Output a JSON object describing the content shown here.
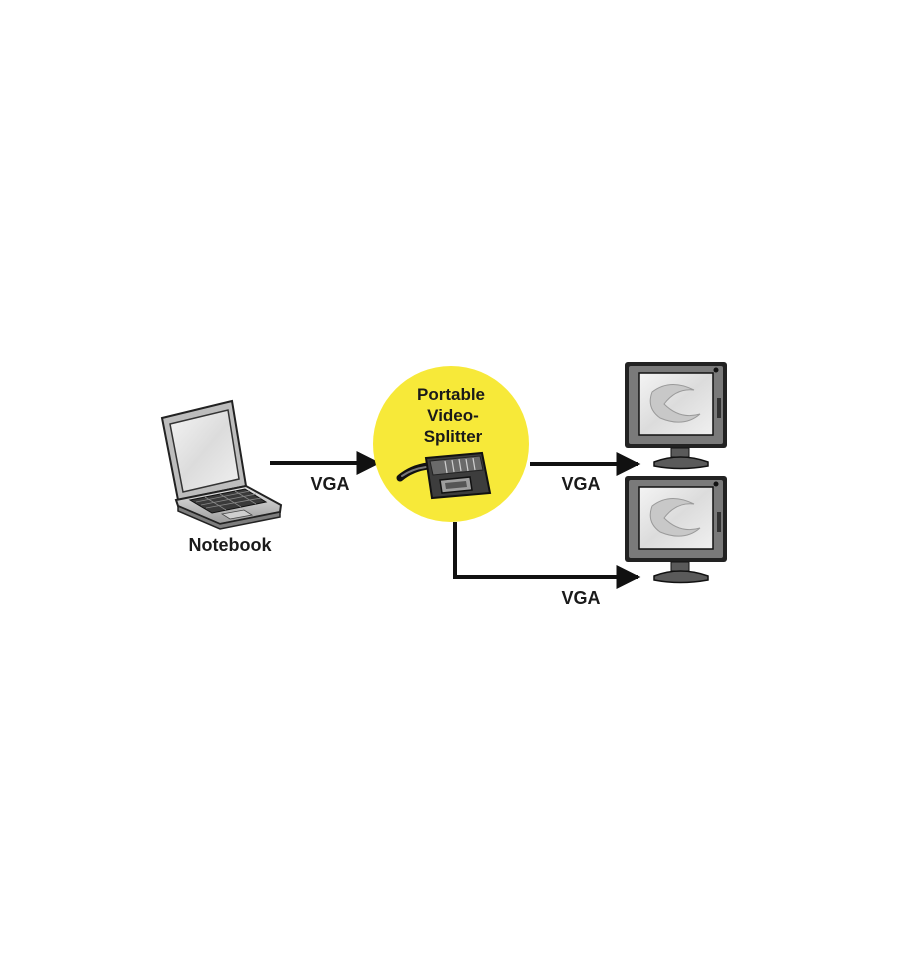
{
  "labels": {
    "notebook": "Notebook",
    "splitter_line1": "Portable",
    "splitter_line2": "Video-",
    "splitter_line3": "Splitter",
    "vga_input": "VGA",
    "vga_output_1": "VGA",
    "vga_output_2": "VGA"
  },
  "colors": {
    "splitter_circle": "#f7e939",
    "line": "#111111",
    "background": "#ffffff"
  },
  "icons": {
    "source": "laptop-icon",
    "hub": "vga-splitter-icon",
    "display_1": "monitor-icon",
    "display_2": "monitor-icon"
  }
}
